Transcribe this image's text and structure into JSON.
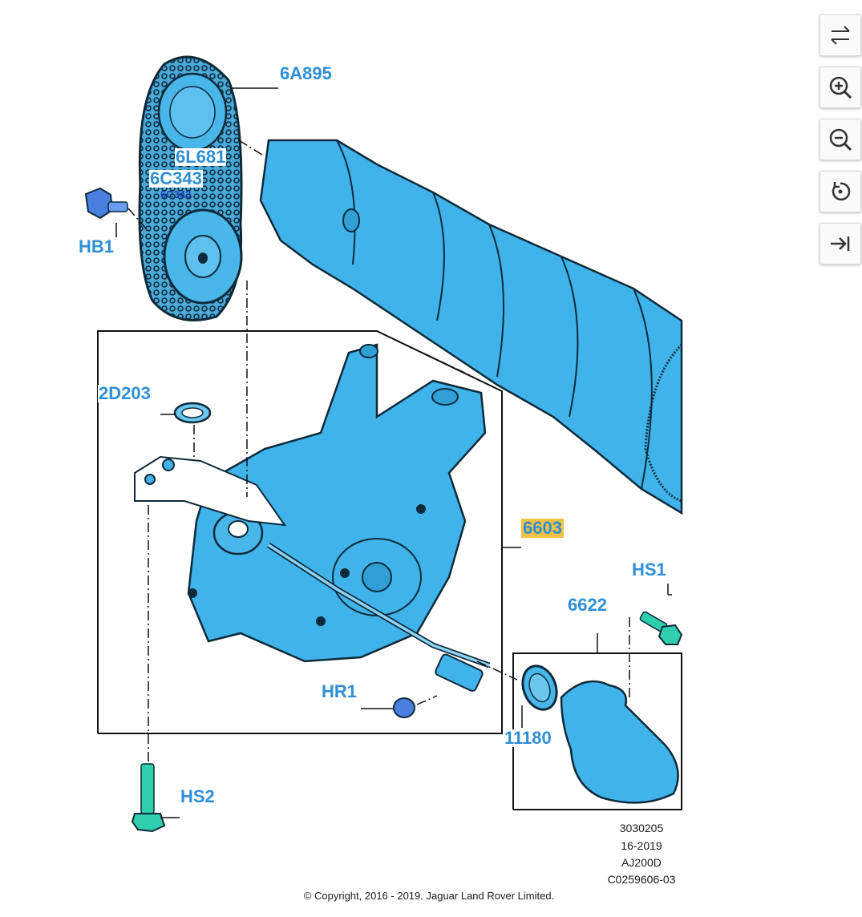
{
  "labels": {
    "timing_chain": "6A895",
    "sprocket": "6L681",
    "sprocket_sub": "6C343",
    "sprocket_overlay": "6C343",
    "sprocket_overlay_sub": "6C343",
    "bolt_hb1": "HB1",
    "gasket": "2D203",
    "oil_pump": "6603",
    "bolt_hs1": "HS1",
    "pickup": "6622",
    "nut_hr1": "HR1",
    "o_ring": "11180",
    "bolt_hs2": "HS2"
  },
  "diagram_meta": {
    "line1": "3030205",
    "line2": "16-2019",
    "line3": "AJ200D",
    "line4": "C0259606-03"
  },
  "copyright": "© Copyright, 2016 - 2019. Jaguar Land Rover Limited.",
  "colors": {
    "part_fill": "#3fb3ea",
    "part_outline": "#0d2a3a",
    "label": "#2f8fd6",
    "highlight": "#f6c244"
  },
  "toolbar": {
    "icons": [
      "swap-icon",
      "zoom-in-icon",
      "zoom-out-icon",
      "reset-rotate-icon",
      "collapse-panel-icon"
    ]
  }
}
